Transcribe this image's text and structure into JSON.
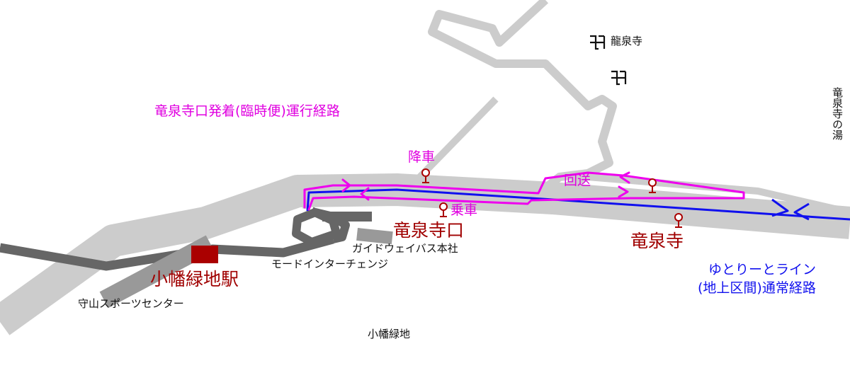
{
  "map": {
    "title": "竜泉寺口発着(臨時便)運行経路",
    "colors": {
      "road": "#cccccc",
      "guideway": "#666666",
      "station": "#aa0000",
      "special_route": "#ee00ee",
      "regular_route": "#1010ee",
      "stop_marker": "#aa0000",
      "label_red": "#a00000"
    },
    "places": {
      "station": "小幡緑地駅",
      "stop_ryusenjiguchi": "竜泉寺口",
      "stop_ryusenji": "竜泉寺",
      "temple_small": "龍泉寺",
      "onsen": "竜泉寺の湯",
      "mode_interchange": "モードインターチェンジ",
      "guideway_hq": "ガイドウェイバス本社",
      "sports_center": "守山スポーツセンター",
      "park": "小幡緑地"
    },
    "route_labels": {
      "alight": "降車",
      "board": "乗車",
      "deadhead": "回送",
      "regular_line": "ゆとりーとライン",
      "regular_section": "(地上区間)通常経路"
    },
    "icons": [
      "temple-icon",
      "temple-icon",
      "bus-stop-icon",
      "bus-stop-icon",
      "bus-stop-icon",
      "bus-stop-icon"
    ]
  }
}
